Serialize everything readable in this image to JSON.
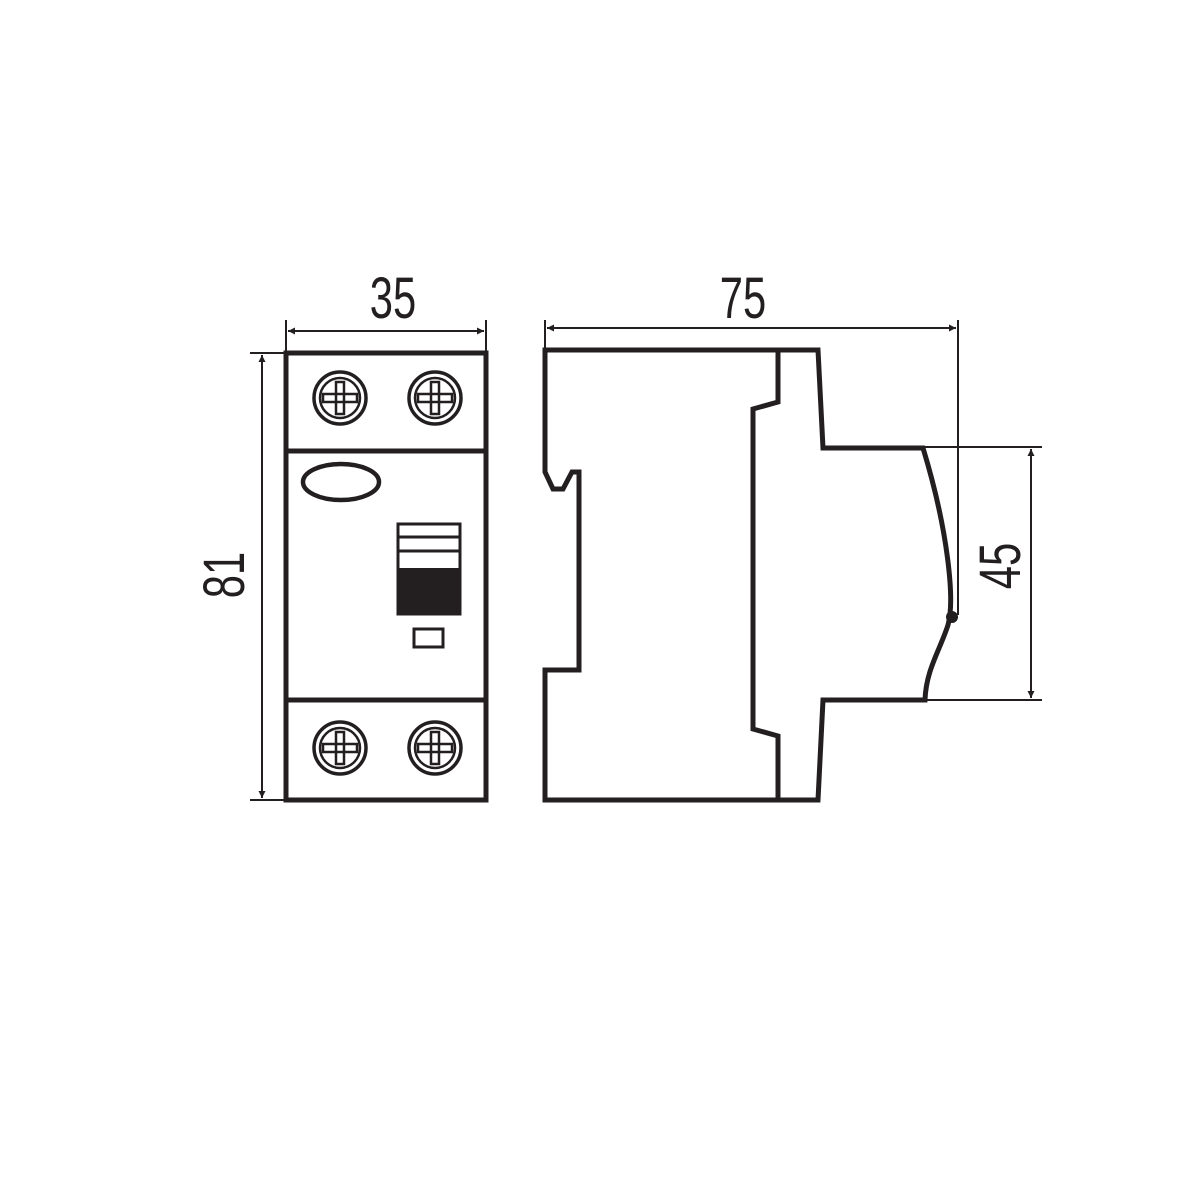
{
  "drawing": {
    "front_view": {
      "width_label": "35",
      "height_label": "81"
    },
    "side_view": {
      "depth_label": "75",
      "front_height_label": "45"
    },
    "colors": {
      "stroke": "#231f20",
      "background": "#ffffff"
    }
  }
}
